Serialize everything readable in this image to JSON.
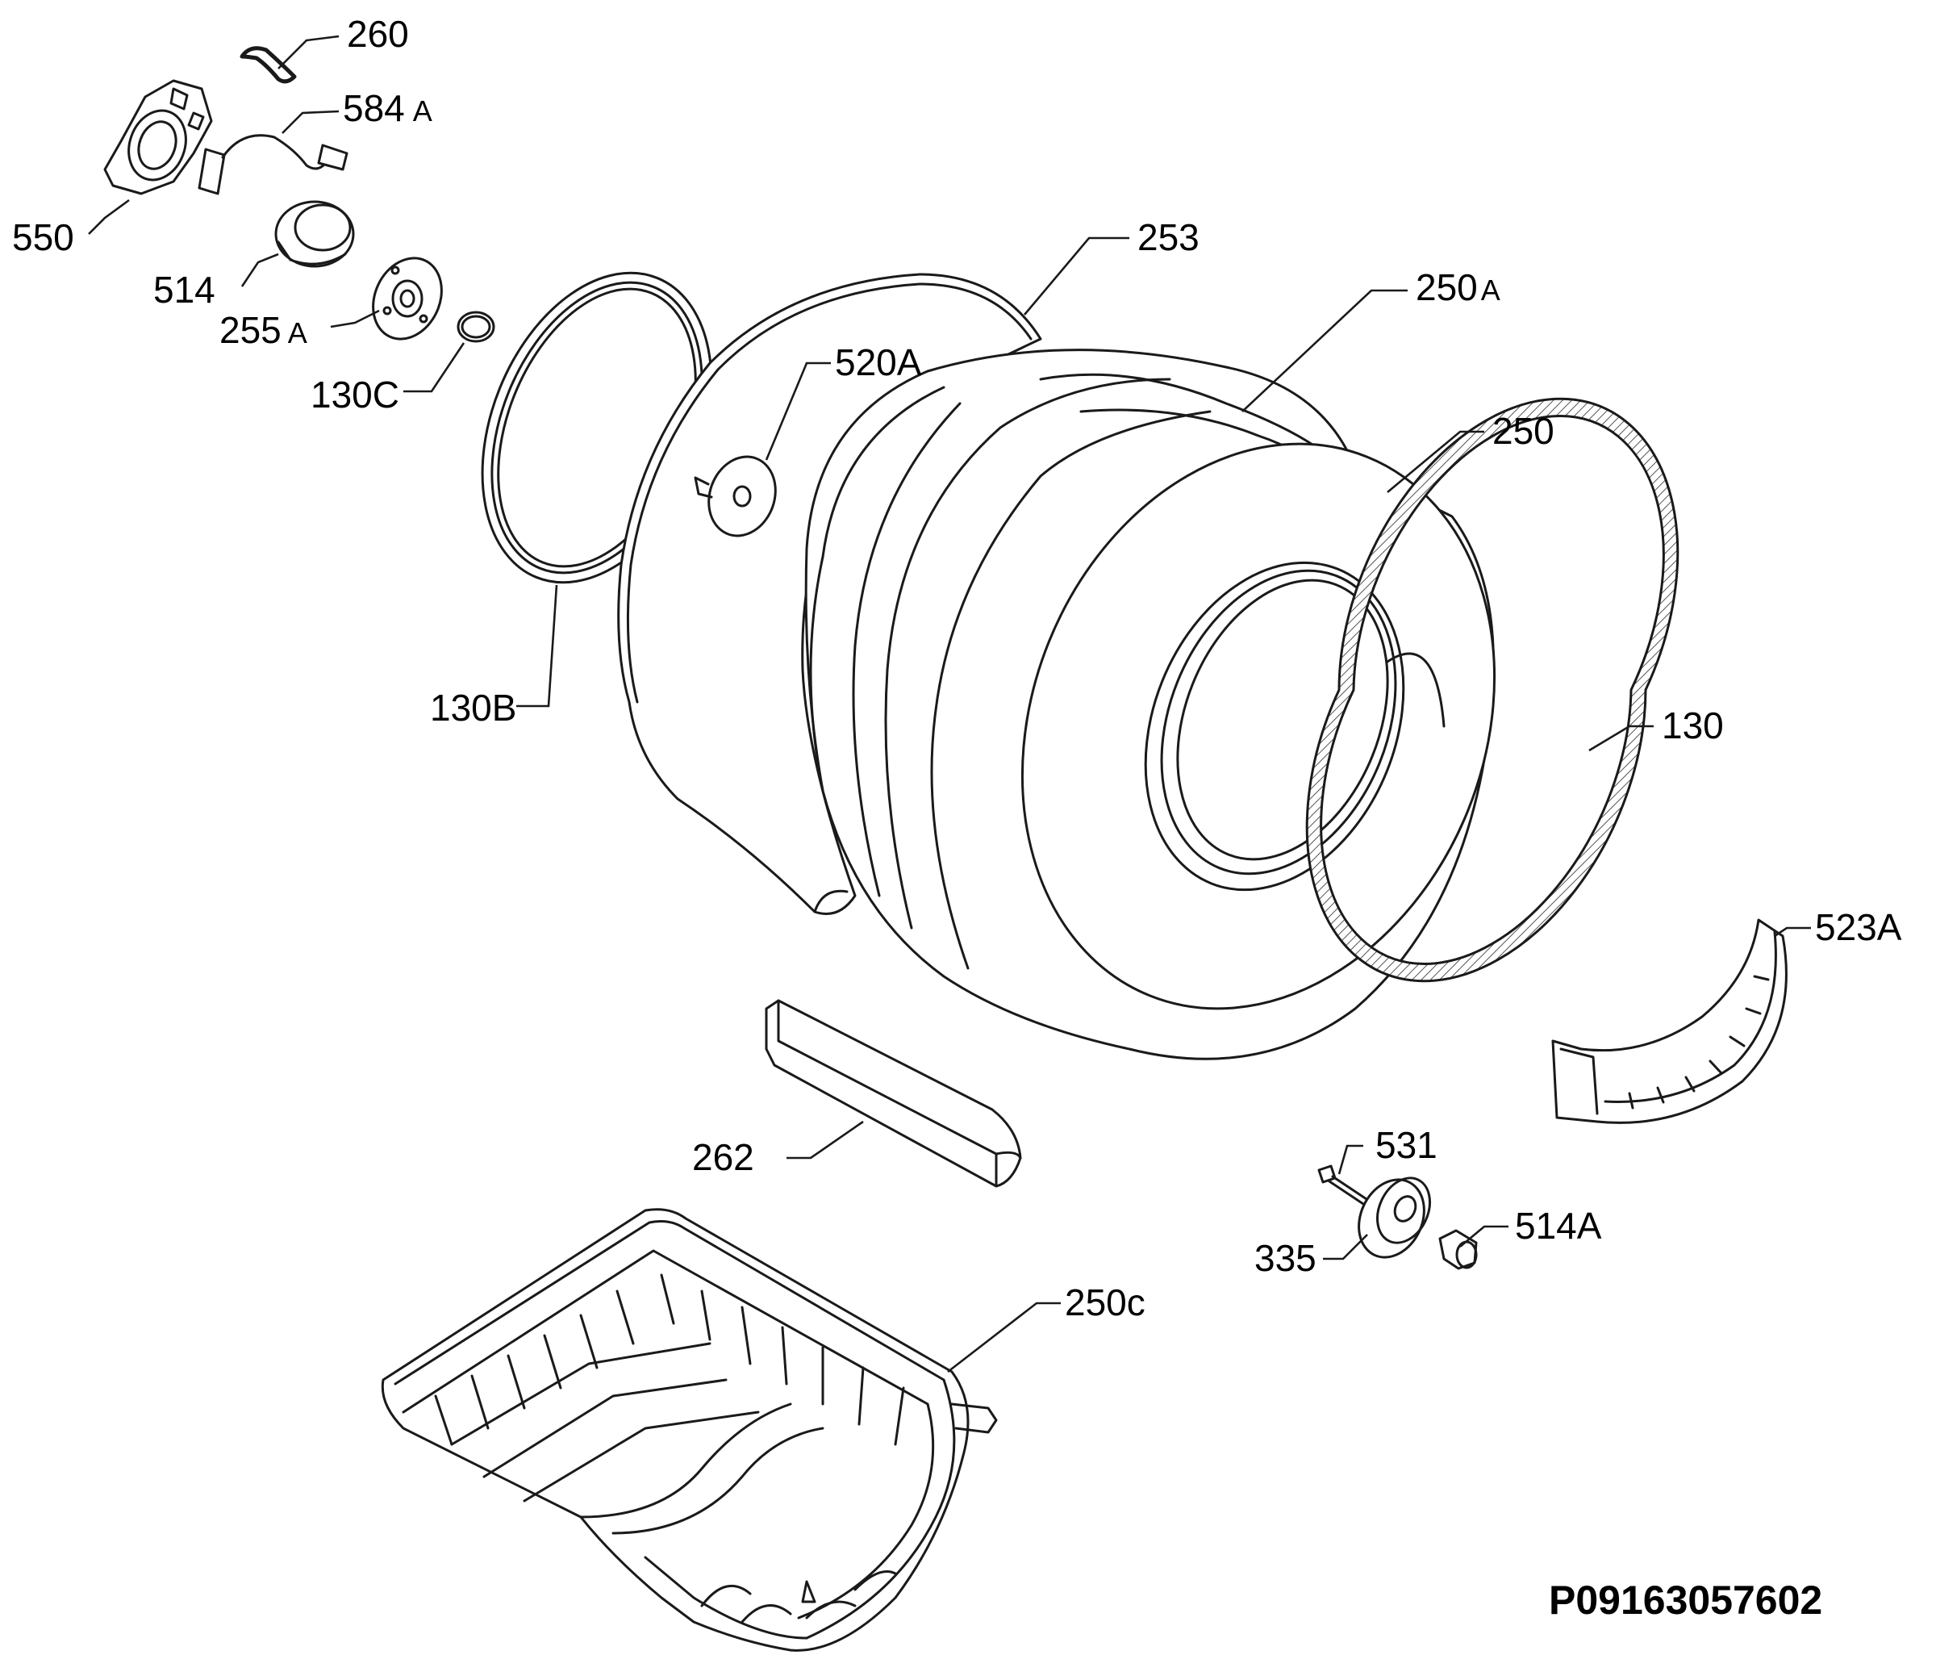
{
  "diagram": {
    "parts": [
      {
        "id": "260",
        "number": "260",
        "suffix": ""
      },
      {
        "id": "584a",
        "number": "584",
        "suffix": "A"
      },
      {
        "id": "550",
        "number": "550",
        "suffix": ""
      },
      {
        "id": "514",
        "number": "514",
        "suffix": ""
      },
      {
        "id": "255a",
        "number": "255",
        "suffix": "A"
      },
      {
        "id": "130c",
        "number": "130C",
        "suffix": ""
      },
      {
        "id": "130b",
        "number": "130B",
        "suffix": ""
      },
      {
        "id": "253",
        "number": "253",
        "suffix": ""
      },
      {
        "id": "520a",
        "number": "520A",
        "suffix": ""
      },
      {
        "id": "250a",
        "number": "250",
        "suffix": "A"
      },
      {
        "id": "250",
        "number": "250",
        "suffix": ""
      },
      {
        "id": "130",
        "number": "130",
        "suffix": ""
      },
      {
        "id": "523a",
        "number": "523A",
        "suffix": ""
      },
      {
        "id": "262",
        "number": "262",
        "suffix": ""
      },
      {
        "id": "531",
        "number": "531",
        "suffix": ""
      },
      {
        "id": "514a",
        "number": "514A",
        "suffix": ""
      },
      {
        "id": "335",
        "number": "335",
        "suffix": ""
      },
      {
        "id": "250c",
        "number": "250c",
        "suffix": ""
      }
    ],
    "drawing_code": "P09163057602"
  }
}
